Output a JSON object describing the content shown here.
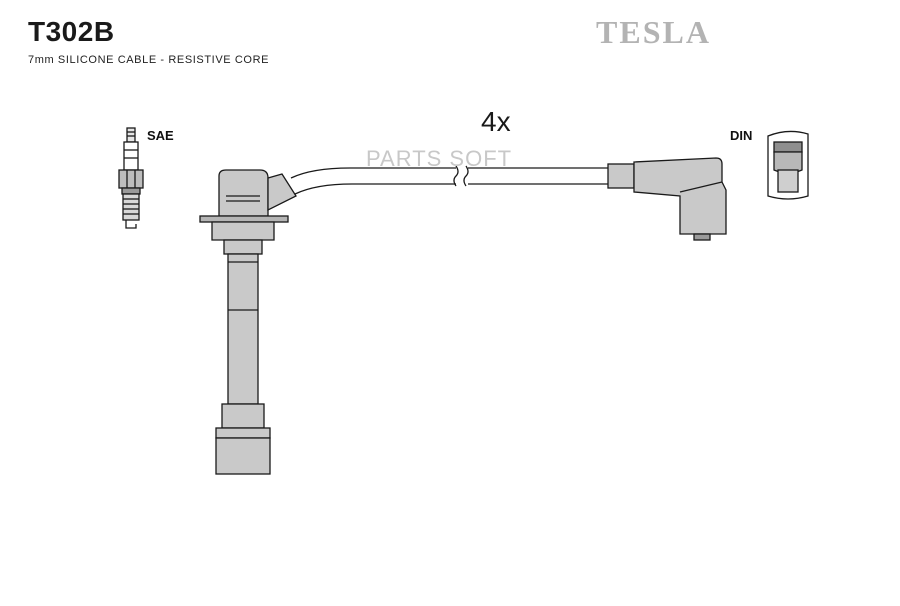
{
  "header": {
    "part_number": "T302B",
    "description": "7mm SILICONE CABLE - RESISTIVE CORE",
    "brand": "TESLA"
  },
  "diagram": {
    "quantity": "4x",
    "plug_standard_label": "SAE",
    "connector_standard_label": "DIN",
    "watermark": "PARTS SOFT",
    "colors": {
      "outline": "#1a1a1a",
      "fill": "#c9c9c9",
      "brand": "#b3b3b3"
    }
  }
}
